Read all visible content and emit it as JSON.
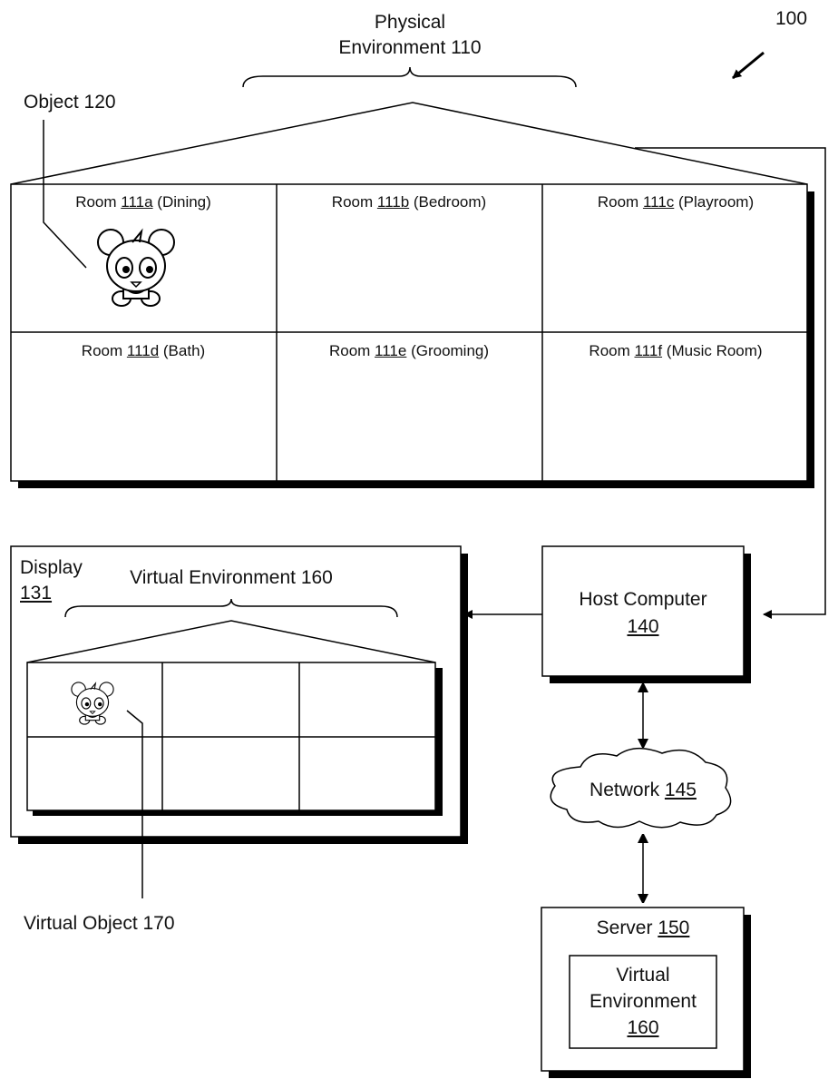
{
  "figure_ref": "100",
  "physical_environment": {
    "line1": "Physical",
    "line2": "Environment 110"
  },
  "object_label": "Object 120",
  "rooms": [
    {
      "prefix": "Room ",
      "num": "111a",
      "suffix": " (Dining)"
    },
    {
      "prefix": "Room ",
      "num": "111b",
      "suffix": " (Bedroom)"
    },
    {
      "prefix": "Room ",
      "num": "111c",
      "suffix": " (Playroom)"
    },
    {
      "prefix": "Room ",
      "num": "111d",
      "suffix": " (Bath)"
    },
    {
      "prefix": "Room ",
      "num": "111e",
      "suffix": " (Grooming)"
    },
    {
      "prefix": "Room ",
      "num": "111f",
      "suffix": " (Music Room)"
    }
  ],
  "display": {
    "label": "Display",
    "num": "131",
    "ve_label": "Virtual Environment 160"
  },
  "virtual_object_label": "Virtual Object 170",
  "host": {
    "label": "Host Computer",
    "num": "140"
  },
  "network": {
    "label": "Network ",
    "num": "145"
  },
  "server": {
    "label": "Server ",
    "num": "150",
    "inner_line1": "Virtual",
    "inner_line2": "Environment",
    "inner_num": "160"
  }
}
